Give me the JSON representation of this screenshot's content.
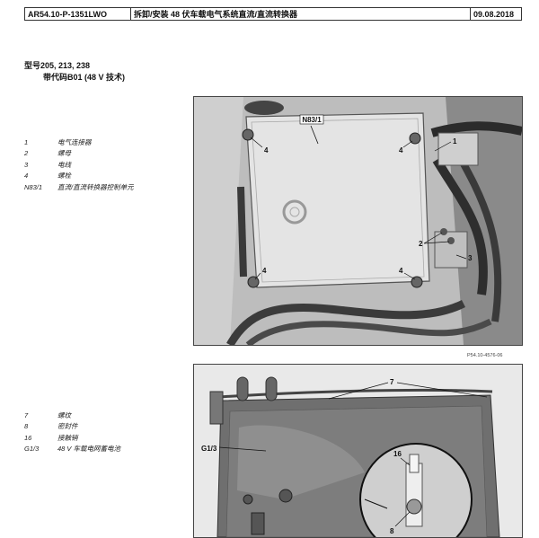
{
  "header": {
    "doc_id": "AR54.10-P-1351LWO",
    "title": "拆卸/安装 48 伏车载电气系统直流/直流转换器",
    "date": "09.08.2018"
  },
  "model_line": "型号205, 213, 238",
  "code_line": "带代码B01 (48 V 技术)",
  "legend1": [
    {
      "num": "1",
      "text": "电气连接器"
    },
    {
      "num": "2",
      "text": "螺母"
    },
    {
      "num": "3",
      "text": "电线"
    },
    {
      "num": "4",
      "text": "螺栓"
    },
    {
      "num": "N83/1",
      "text": "直流/直流转换器控制单元"
    }
  ],
  "legend2": [
    {
      "num": "7",
      "text": "螺纹"
    },
    {
      "num": "8",
      "text": "密封件"
    },
    {
      "num": "16",
      "text": "接触销"
    },
    {
      "num": "G1/3",
      "text": "48 V 车载电网蓄电池"
    }
  ],
  "figure1": {
    "caption": "P54.10-4576-06",
    "callouts": {
      "n83": "N83/1",
      "c4": "4",
      "c1": "1",
      "c2": "2",
      "c3": "3"
    }
  },
  "figure2": {
    "callouts": {
      "c7": "7",
      "g13": "G1/3",
      "c16": "16",
      "c8": "8"
    }
  }
}
